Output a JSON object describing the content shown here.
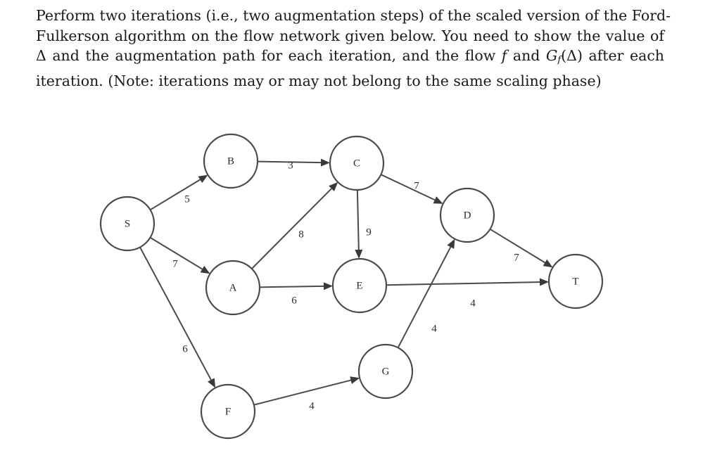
{
  "problem": {
    "line1_a": "Perform two iterations (i.e., two augmentation steps) of the scaled version of the Ford-",
    "line2_a": "Fulkerson algorithm on the flow network given below.  You need to show the value of",
    "line3_a": "Δ and the augmentation path for each iteration, and the flow ",
    "line3_f": "f",
    "line3_b": " and ",
    "line3_G": "G",
    "line3_sub": "f",
    "line3_c": "(Δ) after each",
    "line4_a": "iteration. (Note: iterations may or may not belong to the same scaling phase)"
  },
  "graph": {
    "nodes": [
      {
        "id": "S",
        "label": "S"
      },
      {
        "id": "B",
        "label": "B"
      },
      {
        "id": "C",
        "label": "C"
      },
      {
        "id": "D",
        "label": "D"
      },
      {
        "id": "A",
        "label": "A"
      },
      {
        "id": "E",
        "label": "E"
      },
      {
        "id": "T",
        "label": "T"
      },
      {
        "id": "G",
        "label": "G"
      },
      {
        "id": "F",
        "label": "F"
      }
    ],
    "edges": [
      {
        "from": "S",
        "to": "B",
        "capacity": "5"
      },
      {
        "from": "S",
        "to": "A",
        "capacity": "7"
      },
      {
        "from": "S",
        "to": "F",
        "capacity": "6"
      },
      {
        "from": "B",
        "to": "C",
        "capacity": "3"
      },
      {
        "from": "A",
        "to": "C",
        "capacity": "8"
      },
      {
        "from": "C",
        "to": "E",
        "capacity": "9"
      },
      {
        "from": "C",
        "to": "D",
        "capacity": "7"
      },
      {
        "from": "A",
        "to": "E",
        "capacity": "6"
      },
      {
        "from": "D",
        "to": "T",
        "capacity": "7"
      },
      {
        "from": "E",
        "to": "T",
        "capacity": "4"
      },
      {
        "from": "G",
        "to": "D",
        "capacity": "4"
      },
      {
        "from": "F",
        "to": "G",
        "capacity": "4"
      }
    ]
  }
}
